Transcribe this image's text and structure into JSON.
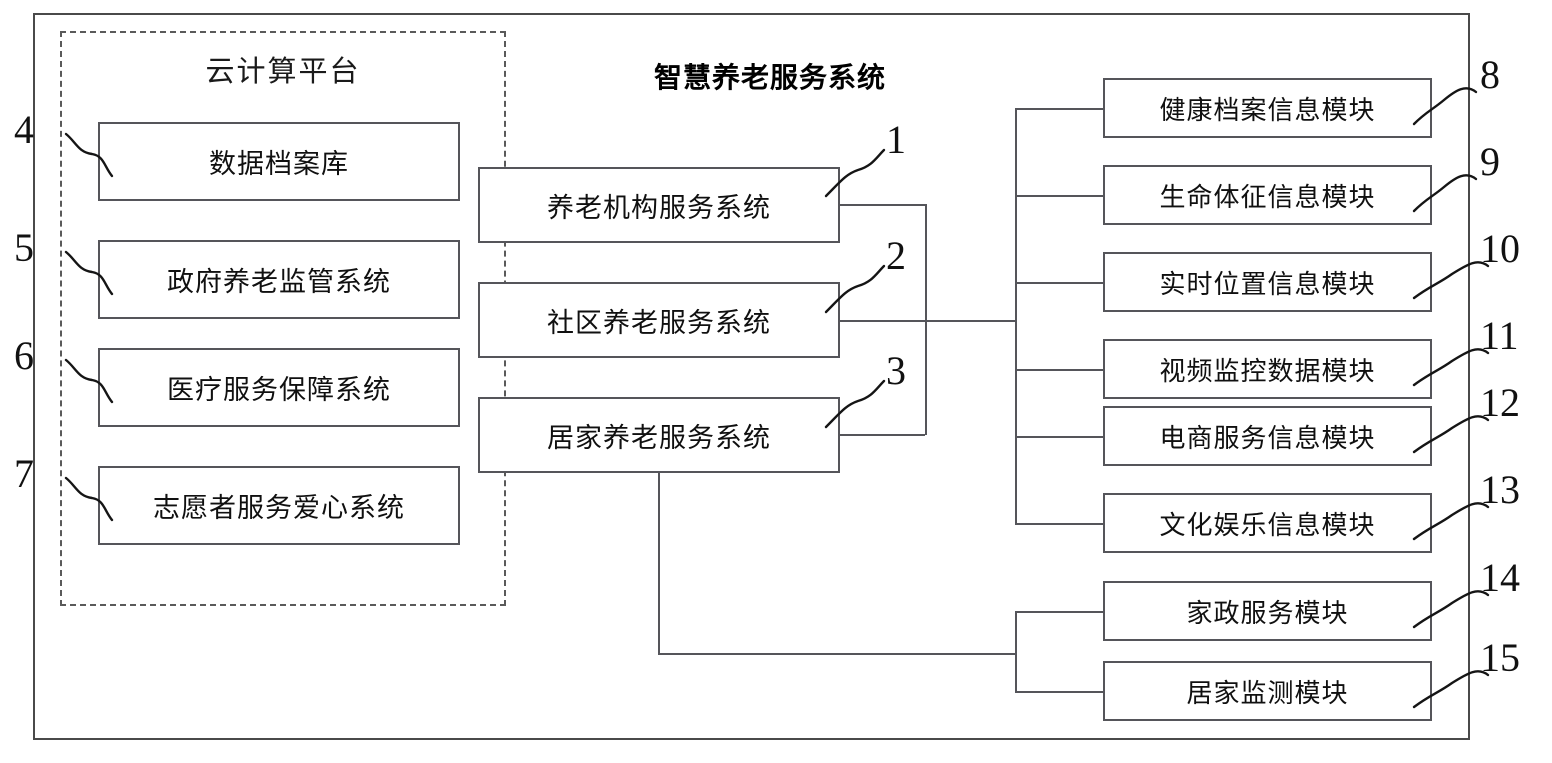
{
  "diagram": {
    "system_title": "智慧养老服务系统",
    "cloud_platform": {
      "title": "云计算平台",
      "items": [
        {
          "ref": "4",
          "label": "数据档案库"
        },
        {
          "ref": "5",
          "label": "政府养老监管系统"
        },
        {
          "ref": "6",
          "label": "医疗服务保障系统"
        },
        {
          "ref": "7",
          "label": "志愿者服务爱心系统"
        }
      ]
    },
    "service_systems": [
      {
        "ref": "1",
        "label": "养老机构服务系统"
      },
      {
        "ref": "2",
        "label": "社区养老服务系统"
      },
      {
        "ref": "3",
        "label": "居家养老服务系统"
      }
    ],
    "information_modules": [
      {
        "ref": "8",
        "label": "健康档案信息模块"
      },
      {
        "ref": "9",
        "label": "生命体征信息模块"
      },
      {
        "ref": "10",
        "label": "实时位置信息模块"
      },
      {
        "ref": "11",
        "label": "视频监控数据模块"
      },
      {
        "ref": "12",
        "label": "电商服务信息模块"
      },
      {
        "ref": "13",
        "label": "文化娱乐信息模块"
      }
    ],
    "home_modules": [
      {
        "ref": "14",
        "label": "家政服务模块"
      },
      {
        "ref": "15",
        "label": "居家监测模块"
      }
    ],
    "colors": {
      "line": "#55555a",
      "frame": "#4a4a4a",
      "text": "#101010",
      "background": "#ffffff"
    }
  }
}
